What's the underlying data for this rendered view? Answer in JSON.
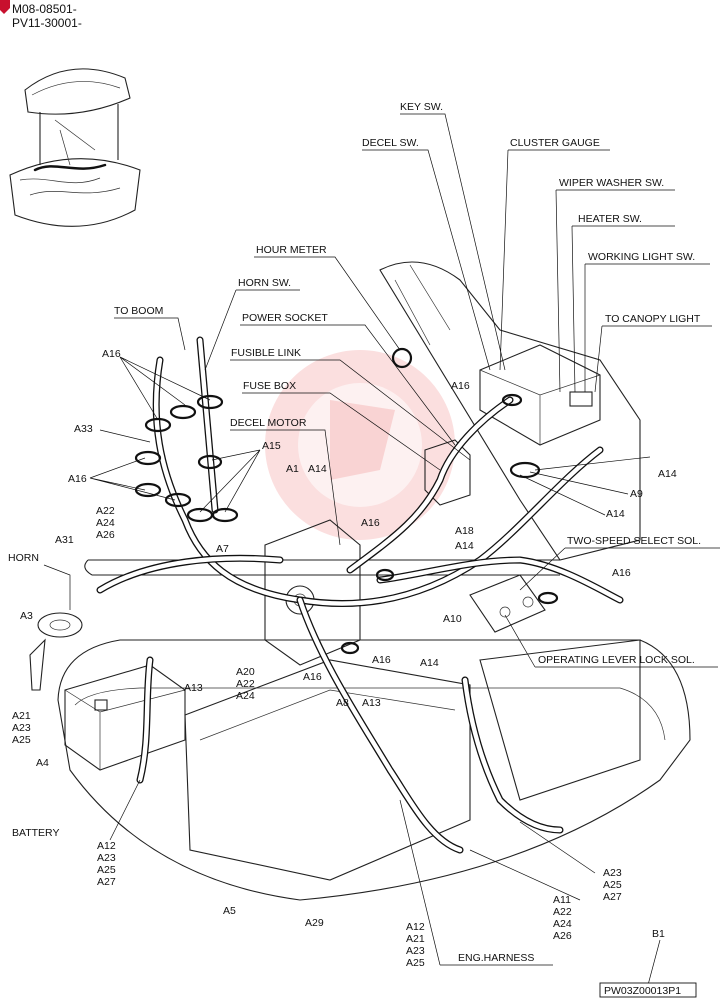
{
  "header": {
    "serial_line_1": "M08-08501-",
    "serial_line_2": "PV11-30001-"
  },
  "labels": {
    "key_sw": "KEY SW.",
    "decel_sw": "DECEL SW.",
    "cluster_gauge": "CLUSTER GAUGE",
    "wiper_washer_sw": "WIPER WASHER SW.",
    "heater_sw": "HEATER SW.",
    "working_light_sw": "WORKING LIGHT SW.",
    "to_canopy_light": "TO CANOPY LIGHT",
    "hour_meter": "HOUR METER",
    "horn_sw": "HORN SW.",
    "to_boom": "TO BOOM",
    "power_socket": "POWER SOCKET",
    "fusible_link": "FUSIBLE LINK",
    "fuse_box": "FUSE BOX",
    "decel_motor": "DECEL MOTOR",
    "two_speed_select_sol": "TWO-SPEED SELECT SOL.",
    "operating_lever_lock_sol": "OPERATING LEVER LOCK SOL.",
    "horn": "HORN",
    "battery": "BATTERY",
    "eng_harness": "ENG.HARNESS"
  },
  "callouts": {
    "a16": "A16",
    "a33": "A33",
    "a15": "A15",
    "a1": "A1",
    "a14": "A14",
    "a9": "A9",
    "a18": "A18",
    "a22": "A22",
    "a24": "A24",
    "a26": "A26",
    "a7": "A7",
    "a31": "A31",
    "a3": "A3",
    "a10": "A10",
    "a13": "A13",
    "a20": "A20",
    "a21": "A21",
    "a23": "A23",
    "a25": "A25",
    "a4": "A4",
    "a8": "A8",
    "a12": "A12",
    "a27": "A27",
    "a5": "A5",
    "a29": "A29",
    "a11": "A11",
    "b1": "B1"
  },
  "drawing_number": "PW03Z00013P1"
}
